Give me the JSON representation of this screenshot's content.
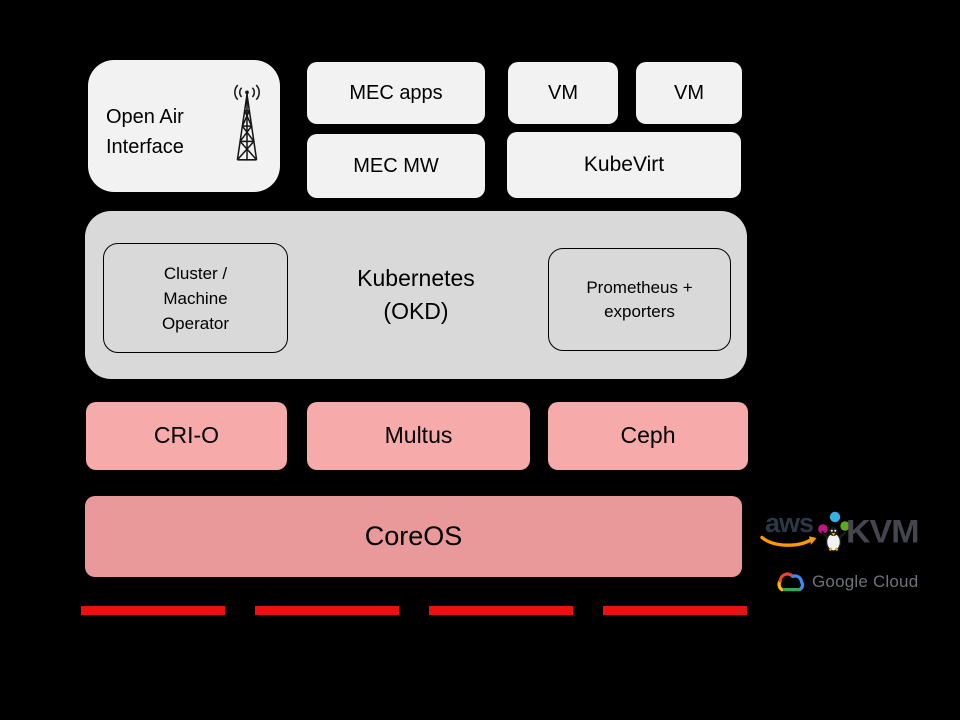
{
  "boxes": {
    "open_air": {
      "label": "Open Air\nInterface"
    },
    "mec_apps": {
      "label": "MEC apps"
    },
    "vm_1": {
      "label": "VM"
    },
    "vm_2": {
      "label": "VM"
    },
    "mec_mw": {
      "label": "MEC MW"
    },
    "kubevirt": {
      "label": "KubeVirt"
    },
    "kubernetes": {
      "label": "Kubernetes\n(OKD)"
    },
    "cluster_operator": {
      "label": "Cluster /\nMachine\nOperator"
    },
    "prometheus": {
      "label": "Prometheus +\nexporters"
    },
    "crio": {
      "label": "CRI-O"
    },
    "multus": {
      "label": "Multus"
    },
    "ceph": {
      "label": "Ceph"
    },
    "coreos": {
      "label": "CoreOS"
    }
  },
  "logos": {
    "aws": {
      "label": "aws"
    },
    "kvm": {
      "label": "KVM"
    },
    "google_cloud": {
      "label": "Google Cloud"
    }
  },
  "icons": {
    "radio_tower": "radio-tower-icon",
    "aws_smile": "aws-smile-arrow-icon",
    "kvm_penguin": "kvm-penguin-juggling-icon",
    "google_cloud": "google-cloud-icon"
  },
  "colors": {
    "background": "#000000",
    "light_box": "#f2f2f2",
    "gray_box": "#d9d9d9",
    "pink_box": "#f6aaa9",
    "rose_box": "#e9999a",
    "red_dash": "#e81210",
    "aws_orange": "#ff9900",
    "aws_text": "#2b3847",
    "kvm_text": "#45454f",
    "google_text": "#6f7377",
    "box_text": "#000000"
  }
}
